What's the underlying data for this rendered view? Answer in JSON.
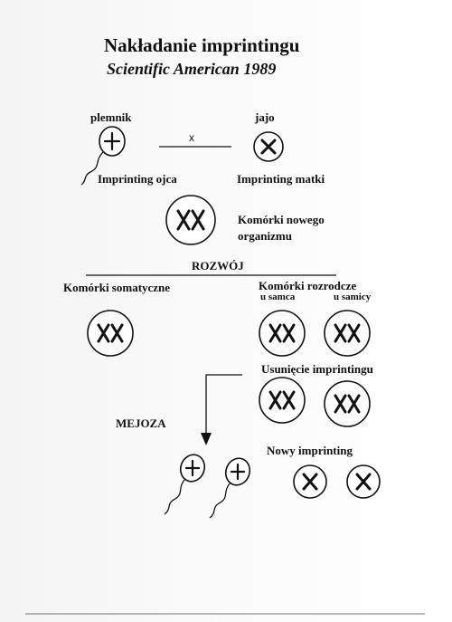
{
  "title": "Nakładanie imprintingu",
  "subtitle": "Scientific American 1989",
  "labels": {
    "sperm": "plemnik",
    "egg": "jajo",
    "cross": "x",
    "paternal": "Imprinting ojca",
    "maternal": "Imprinting matki",
    "new_cells_1": "Komórki nowego",
    "new_cells_2": "organizmu",
    "development": "ROZWÓJ",
    "somatic": "Komórki somatyczne",
    "germ": "Komórki rozrodcze",
    "male": "u samca",
    "female": "u samicy",
    "removal": "Usunięcie imprintingu",
    "meiosis": "MEJOZA",
    "new_imprinting": "Nowy imprinting"
  }
}
